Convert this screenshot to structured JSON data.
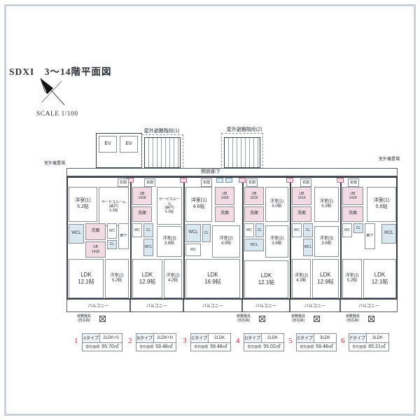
{
  "header": {
    "title": "SDXI　3〜14階平面図",
    "scale_label": "SCALE 1/100"
  },
  "site": {
    "stair1_label": "屋外避難階段(1)",
    "stair2_label": "屋外避難階段(2)",
    "ev_label": "EV",
    "outdoor_unit_label": "室外機置場",
    "corridor_label": "開放廊下",
    "balcony_label": "バルコニー",
    "escape_label": "避難器具\n(自在鈎)"
  },
  "common": {
    "genkan": "玄関",
    "wc": "WC",
    "cl": "CL",
    "wcl": "WCL",
    "senmen": "洗面",
    "roka": "廊下",
    "ub1418": "UB\n1418",
    "ub1616": "UB\n1616"
  },
  "rooms": {
    "a_bed1": "洋室(1)\n5.2帖",
    "a_service": "サービスルーム\n(納戸)\n5.3帖",
    "a_ldk": "LDK\n12.1帖",
    "a_bed2": "洋室(2)\n5.2帖",
    "b_service": "サービスルーム\n(納戸)\n5.3帖",
    "b_bed3": "洋室(3)\n3.6帖",
    "b_ldk": "LDK\n12.9帖",
    "b_bed2": "洋室(2)\n4.2帖",
    "c_bed1": "洋室(1)\n4.6帖",
    "c_bed2": "洋室(2)\n4.0帖",
    "c_ldk": "LDK\n16.9帖",
    "d_bed1": "洋室(1)\n5.0帖",
    "d_bed2": "洋室(2)\n3.6帖",
    "d_ldk": "LDK\n12.1帖",
    "e_bed1": "洋室(1)\n5.3帖",
    "e_bed3": "洋室(3)\n3.6帖",
    "e_bed2": "洋室(2)\n4.3帖",
    "e_ldk": "LDK\n12.9帖",
    "f_bed1": "洋室(1)\n5.6帖",
    "f_bed2": "洋室(2)\n5.2帖",
    "f_ldk": "LDK\n12.1帖"
  },
  "legend": [
    {
      "no": "1",
      "name": "Aタイプ",
      "plan": "2LDK+S",
      "area_label": "専有面積",
      "area": "65.70㎡"
    },
    {
      "no": "2",
      "name": "Bタイプ",
      "plan": "2LDK+N",
      "area_label": "専有面積",
      "area": "59.48㎡"
    },
    {
      "no": "3",
      "name": "Cタイプ",
      "plan": "2LDK",
      "area_label": "専有面積",
      "area": "59.48㎡"
    },
    {
      "no": "4",
      "name": "Dタイプ",
      "plan": "2LDK",
      "area_label": "専有面積",
      "area": "55.02㎡"
    },
    {
      "no": "5",
      "name": "Eタイプ",
      "plan": "3LDK",
      "area_label": "専有面積",
      "area": "59.48㎡"
    },
    {
      "no": "6",
      "name": "Fタイプ",
      "plan": "3LDK",
      "area_label": "専有面積",
      "area": "65.21㎡"
    }
  ]
}
